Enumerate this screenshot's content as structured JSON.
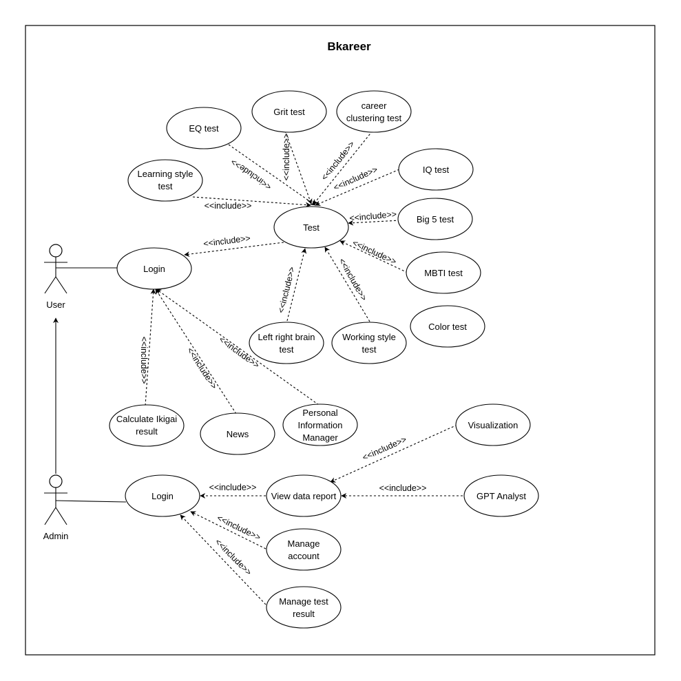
{
  "system": {
    "title": "Bkareer"
  },
  "actors": {
    "user": "User",
    "admin": "Admin"
  },
  "use_cases": {
    "user_login": "Login",
    "test": "Test",
    "eq": "EQ test",
    "grit": "Grit test",
    "career": [
      "career",
      "clustering test"
    ],
    "learning": [
      "Learning style",
      "test"
    ],
    "iq": "IQ test",
    "big5": "Big 5 test",
    "mbti": "MBTI test",
    "color": "Color test",
    "left_right": [
      "Left right brain",
      "test"
    ],
    "working": [
      "Working style",
      "test"
    ],
    "ikigai": [
      "Calculate Ikigai",
      "result"
    ],
    "news": "News",
    "personal": [
      "Personal",
      "Information",
      "Manager"
    ],
    "admin_login": "Login",
    "view_report": "View data report",
    "visualization": "Visualization",
    "gpt": "GPT Analyst",
    "manage_account": [
      "Manage",
      "account"
    ],
    "manage_test": [
      "Manage test",
      "result"
    ]
  },
  "include_label": "<<include>>"
}
